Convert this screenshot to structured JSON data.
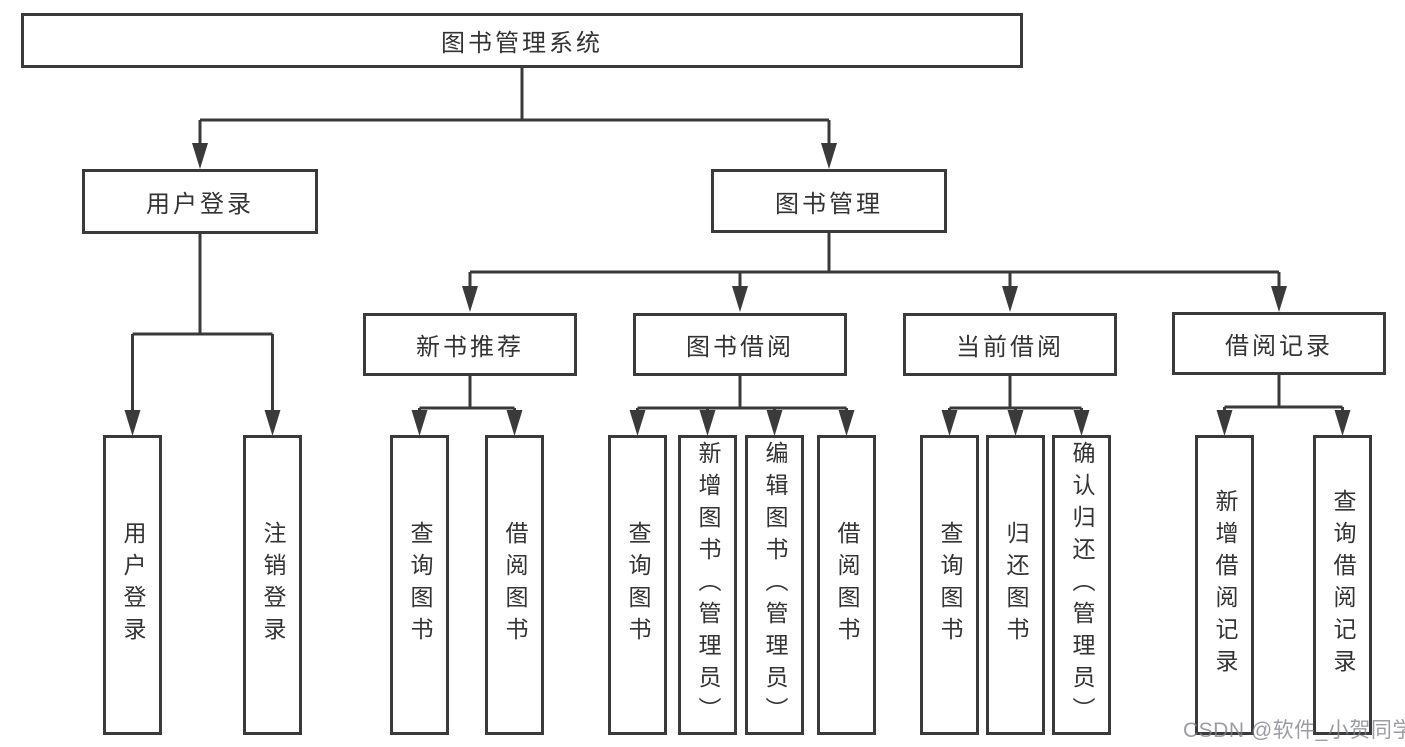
{
  "tree": {
    "root": {
      "label": "图书管理系统",
      "children": [
        {
          "label": "用户登录",
          "children": [
            {
              "label": "用户登录"
            },
            {
              "label": "注销登录"
            }
          ]
        },
        {
          "label": "图书管理",
          "children": [
            {
              "label": "新书推荐",
              "children": [
                {
                  "label": "查询图书"
                },
                {
                  "label": "借阅图书"
                }
              ]
            },
            {
              "label": "图书借阅",
              "children": [
                {
                  "label": "查询图书"
                },
                {
                  "label": "新增图书（管理员）"
                },
                {
                  "label": "编辑图书（管理员）"
                },
                {
                  "label": "借阅图书"
                }
              ]
            },
            {
              "label": "当前借阅",
              "children": [
                {
                  "label": "查询图书"
                },
                {
                  "label": "归还图书"
                },
                {
                  "label": "确认归还（管理员）"
                }
              ]
            },
            {
              "label": "借阅记录",
              "children": [
                {
                  "label": "新增借阅记录"
                },
                {
                  "label": "查询借阅记录"
                }
              ]
            }
          ]
        }
      ]
    }
  },
  "watermark": {
    "text": "CSDN @软件_小贺同学"
  },
  "colors": {
    "line": "#3a3a3a",
    "box_border": "#3a3a3a",
    "text": "#333333",
    "background": "#ffffff",
    "watermark": "#80808c"
  }
}
